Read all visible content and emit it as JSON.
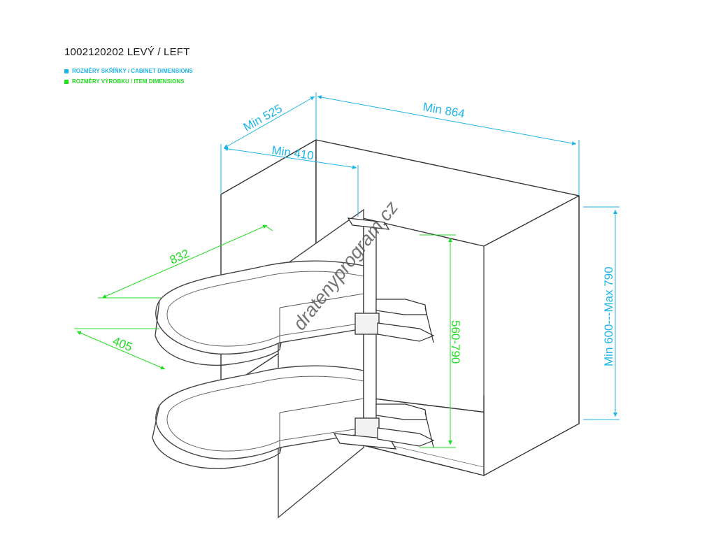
{
  "title": "1002120202 LEVÝ / LEFT",
  "legend": {
    "cabinet": {
      "label": "ROZMĚRY SKŘÍŇKY / CABINET DIMENSIONS",
      "color": "#1eb4e6"
    },
    "item": {
      "label": "ROZMĚRY VÝROBKU / ITEM DIMENSIONS",
      "color": "#22dd22"
    }
  },
  "dimensions": {
    "min_525": "Min 525",
    "min_864": "Min 864",
    "min_410": "Min 410",
    "height_range": "Min 600---Max 790",
    "item_832": "832",
    "item_405": "405",
    "item_560_790": "560-790"
  },
  "watermark": "dratenyprogram.cz",
  "colors": {
    "cabinet": "#1eb4e6",
    "item": "#22dd22",
    "outline": "#333333",
    "watermark": "#5a5a5a"
  }
}
